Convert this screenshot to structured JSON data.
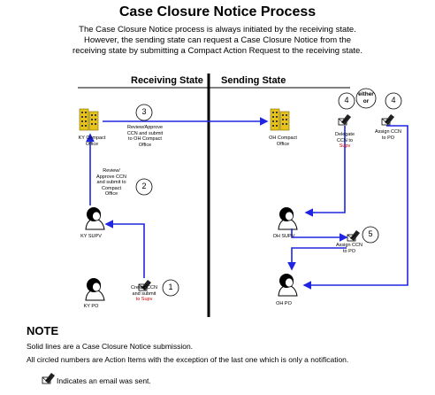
{
  "title": "Case Closure Notice Process",
  "intro": [
    "The Case Closure Notice process is always initiated by the receiving state.",
    "However, the sending state can request a Case Closure Notice from the",
    "receiving state by submitting a Compact Action Request to the receiving state."
  ],
  "columns": {
    "receiving": "Receiving State",
    "sending": "Sending State"
  },
  "nodes": {
    "ky_office": "KY Compact Office",
    "ky_supv": "KY SUPV",
    "ky_po": "KY PO",
    "oh_office": "OH Compact Office",
    "oh_supv": "OH SUPV",
    "oh_po": "OH PO"
  },
  "steps": {
    "s1": {
      "number": "1",
      "text": [
        "Create CCN",
        "and submit",
        "to Supv"
      ]
    },
    "s2": {
      "number": "2",
      "text": [
        "Review/",
        "Approve CCN",
        "and submit to",
        "Compact",
        "Office"
      ]
    },
    "s3": {
      "number": "3",
      "text": [
        "Review/Approve",
        "CCN and submit",
        "to OH Compact",
        "Office"
      ]
    },
    "s4a": {
      "number": "4",
      "text": [
        "Delegate",
        "CCN to",
        "Supv"
      ]
    },
    "either": {
      "text": [
        "either",
        "or"
      ]
    },
    "s4b": {
      "number": "4",
      "text": [
        "Assign CCN",
        "to PO"
      ]
    },
    "s5": {
      "number": "5",
      "text": [
        "Assign CCN",
        "to PO"
      ]
    }
  },
  "note": {
    "heading": "NOTE",
    "lines": [
      "Solid lines are a Case Closure Notice submission.",
      "All circled numbers are Action Items with the exception of the last one which is only a notification."
    ],
    "legend": "Indicates an email was sent."
  },
  "colors": {
    "arrow": "#1f25e0",
    "building": "#e6c21a",
    "divider": "#000000"
  },
  "icons": [
    "building-icon",
    "person-icon",
    "email-icon"
  ]
}
